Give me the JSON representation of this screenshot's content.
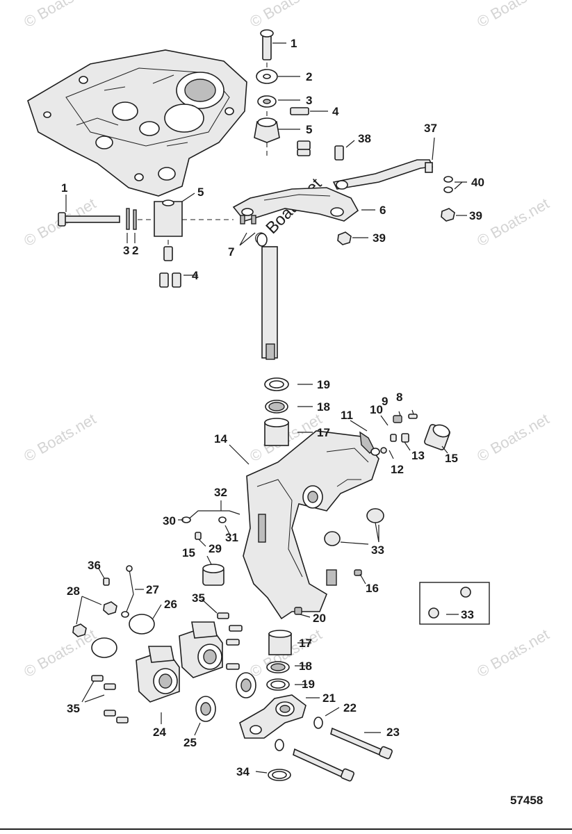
{
  "watermark": "© Boats.net",
  "figure_number": "57458",
  "callouts": {
    "c1": "1",
    "c2": "2",
    "c3": "3",
    "c4": "4",
    "c5": "5",
    "c6": "6",
    "c7": "7",
    "c8": "8",
    "c9": "9",
    "c10": "10",
    "c11": "11",
    "c12": "12",
    "c13": "13",
    "c14": "14",
    "c15": "15",
    "c16": "16",
    "c17": "17",
    "c18": "18",
    "c19": "19",
    "c20": "20",
    "c21": "21",
    "c22": "22",
    "c23": "23",
    "c24": "24",
    "c25": "25",
    "c26": "26",
    "c27": "27",
    "c28": "28",
    "c29": "29",
    "c30": "30",
    "c31": "31",
    "c32": "32",
    "c33": "33",
    "c34": "34",
    "c35": "35",
    "c36": "36",
    "c37": "37",
    "c38": "38",
    "c39": "39",
    "c40": "40"
  }
}
